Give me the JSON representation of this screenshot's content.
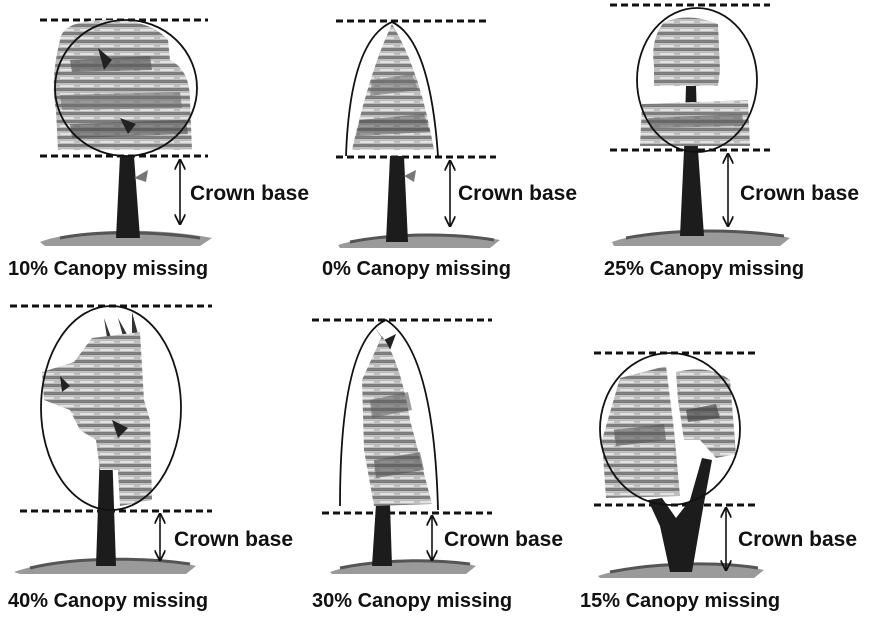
{
  "colors": {
    "ink": "#111111",
    "trunk": "#1c1c1c",
    "foliage_dark": "#555555",
    "foliage_mid": "#8a8a8a",
    "foliage_light": "#c4c4c4",
    "ground": "#9a9a9a"
  },
  "panels": [
    {
      "caption": "10% Canopy missing",
      "crown_base_label": "Crown base",
      "canopy_missing_pct": 10
    },
    {
      "caption": "0% Canopy missing",
      "crown_base_label": "Crown base",
      "canopy_missing_pct": 0
    },
    {
      "caption": "25% Canopy missing",
      "crown_base_label": "Crown base",
      "canopy_missing_pct": 25
    },
    {
      "caption": "40% Canopy missing",
      "crown_base_label": "Crown base",
      "canopy_missing_pct": 40
    },
    {
      "caption": "30% Canopy missing",
      "crown_base_label": "Crown base",
      "canopy_missing_pct": 30
    },
    {
      "caption": "15% Canopy missing",
      "crown_base_label": "Crown base",
      "canopy_missing_pct": 15
    }
  ]
}
